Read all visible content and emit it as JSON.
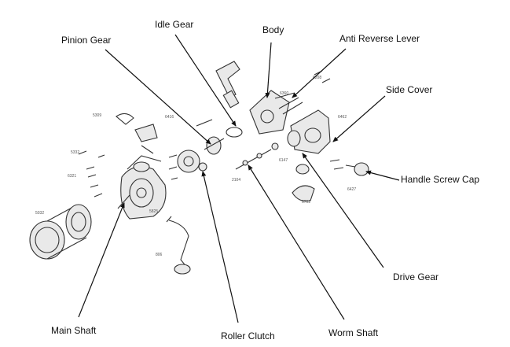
{
  "labels": {
    "pinion_gear": "Pinion Gear",
    "idle_gear": "Idle Gear",
    "body": "Body",
    "anti_reverse_lever": "Anti Reverse Lever",
    "side_cover": "Side Cover",
    "handle_screw_cap": "Handle Screw Cap",
    "drive_gear": "Drive Gear",
    "main_shaft": "Main Shaft",
    "roller_clutch": "Roller Clutch",
    "worm_shaft": "Worm Shaft"
  }
}
